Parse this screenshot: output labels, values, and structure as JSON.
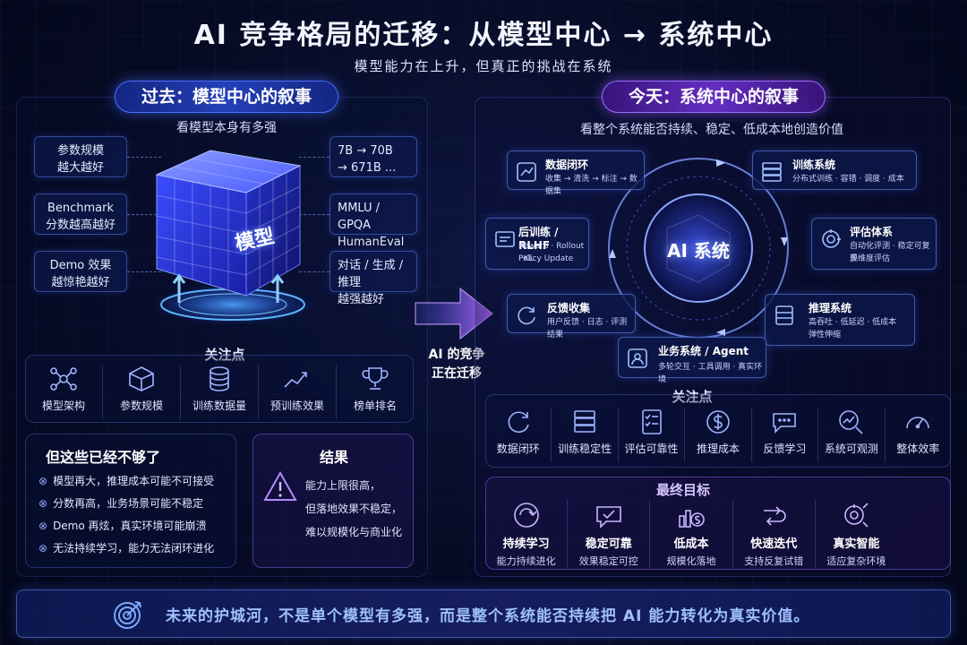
{
  "header": {
    "title": "AI 竞争格局的迁移：从模型中心 → 系统中心",
    "subtitle": "模型能力在上升，但真正的挑战在系统"
  },
  "left": {
    "pill": "过去：模型中心的叙事",
    "caption": "看模型本身有多强",
    "cube_label": "模型",
    "left_boxes": [
      {
        "line1": "参数规模",
        "line2": "越大越好"
      },
      {
        "line1": "Benchmark",
        "line2": "分数越高越好"
      },
      {
        "line1": "Demo 效果",
        "line2": "越惊艳越好"
      }
    ],
    "right_boxes": [
      {
        "line1": "7B → 70B",
        "line2": "→ 671B ..."
      },
      {
        "line1": "MMLU / GPQA",
        "line2": "HumanEval ..."
      },
      {
        "line1": "对话 / 生成 / 推理",
        "line2": "越强越好"
      }
    ],
    "focus_head": "关注点",
    "focus_items": [
      {
        "icon": "network-icon",
        "label": "模型架构"
      },
      {
        "icon": "cube-icon",
        "label": "参数规模"
      },
      {
        "icon": "database-icon",
        "label": "训练数据量"
      },
      {
        "icon": "trend-line-icon",
        "label": "预训练效果"
      },
      {
        "icon": "trophy-icon",
        "label": "榜单排名"
      }
    ],
    "not_enough": {
      "title": "但这些已经不够了",
      "items": [
        "模型再大，推理成本可能不可接受",
        "分数再高，业务场景可能不稳定",
        "Demo 再炫，真实环境可能崩溃",
        "无法持续学习，能力无法闭环进化"
      ]
    },
    "result": {
      "title": "结果",
      "lines": [
        "能力上限很高，",
        "但落地效果不稳定，",
        "难以规模化与商业化"
      ]
    }
  },
  "middle": {
    "line1": "AI 的竞争",
    "line2": "正在迁移"
  },
  "right": {
    "pill": "今天：系统中心的叙事",
    "caption": "看整个系统能否持续、稳定、低成本地创造价值",
    "core_label": "AI 系统",
    "nodes": [
      {
        "key": "data",
        "icon": "data-loop-icon",
        "title": "数据闭环",
        "desc": [
          "收集 → 清洗 → 标注 → 数据集"
        ]
      },
      {
        "key": "train",
        "icon": "training-server-icon",
        "title": "训练系统",
        "desc": [
          "分布式训练 · 容错 · 调度 · 成本"
        ]
      },
      {
        "key": "post",
        "icon": "post-train-icon",
        "title": "后训练 / RLHF",
        "desc": [
          "Reward · Rollout · KL",
          "Policy Update"
        ]
      },
      {
        "key": "eval",
        "icon": "evaluation-icon",
        "title": "评估体系",
        "desc": [
          "自动化评测 · 稳定可复现",
          "多维度评估"
        ]
      },
      {
        "key": "feedback",
        "icon": "feedback-refresh-icon",
        "title": "反馈收集",
        "desc": [
          "用户反馈 · 日志 · 评测结果"
        ]
      },
      {
        "key": "infer",
        "icon": "inference-server-icon",
        "title": "推理系统",
        "desc": [
          "高吞吐 · 低延迟 · 低成本",
          "弹性伸缩"
        ]
      },
      {
        "key": "biz",
        "icon": "business-agent-icon",
        "title": "业务系统 / Agent",
        "desc": [
          "多轮交互 · 工具调用 · 真实环境"
        ]
      }
    ],
    "focus_head": "关注点",
    "focus_items": [
      {
        "icon": "loop-icon",
        "label": "数据闭环"
      },
      {
        "icon": "stack-icon",
        "label": "训练稳定性"
      },
      {
        "icon": "checklist-icon",
        "label": "评估可靠性"
      },
      {
        "icon": "dollar-icon",
        "label": "推理成本"
      },
      {
        "icon": "chat-bubble-icon",
        "label": "反馈学习"
      },
      {
        "icon": "magnifier-chart-icon",
        "label": "系统可观测"
      },
      {
        "icon": "gauge-icon",
        "label": "整体效率"
      }
    ],
    "goals_head": "最终目标",
    "goals": [
      {
        "icon": "learning-loop-icon",
        "title": "持续学习",
        "desc": "能力持续进化"
      },
      {
        "icon": "stable-check-icon",
        "title": "稳定可靠",
        "desc": "效果稳定可控"
      },
      {
        "icon": "low-cost-icon",
        "title": "低成本",
        "desc": "规模化落地"
      },
      {
        "icon": "iterate-arrows-icon",
        "title": "快速迭代",
        "desc": "支持反复试错"
      },
      {
        "icon": "real-intelligence-icon",
        "title": "真实智能",
        "desc": "适应复杂环境"
      }
    ]
  },
  "footer": {
    "icon": "target-icon",
    "text": "未来的护城河，不是单个模型有多强，而是整个系统能否持续把 AI 能力转化为真实价值。"
  },
  "colors": {
    "background": "#060a22",
    "accent_blue": "#4a6cff",
    "accent_purple": "#9a6bff"
  }
}
